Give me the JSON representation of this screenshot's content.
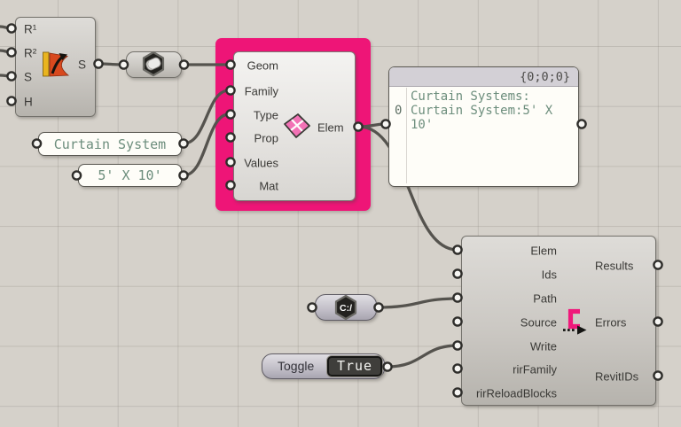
{
  "nodes": {
    "sweep": {
      "inputs": [
        "R¹",
        "R²",
        "S",
        "H"
      ],
      "output": "S"
    },
    "panel_family": {
      "text": "Curtain System"
    },
    "panel_type": {
      "text": "5' X 10'"
    },
    "curtain_system": {
      "inputs": [
        "Geom",
        "Family",
        "Type",
        "Prop",
        "Values",
        "Mat"
      ],
      "output": "Elem"
    },
    "output_panel": {
      "path": "{0;0;0}",
      "index": "0",
      "lines": [
        "Curtain Systems:",
        "Curtain System:5' X",
        "10'"
      ]
    },
    "file_path": {
      "label": "C:/"
    },
    "toggle": {
      "label": "Toggle",
      "value": "True"
    },
    "revit_component": {
      "inputs": [
        "Elem",
        "Ids",
        "Path",
        "Source",
        "Write",
        "rirFamily",
        "rirReloadBlocks"
      ],
      "outputs": [
        "Results",
        "Errors",
        "RevitIDs"
      ]
    }
  },
  "colors": {
    "group_pink": "#ee1577",
    "accent_magenta": "#f0187b",
    "wire": "#55534e",
    "panel_text": "#6d8e7d",
    "canvas_bg": "#d5d1ca"
  }
}
